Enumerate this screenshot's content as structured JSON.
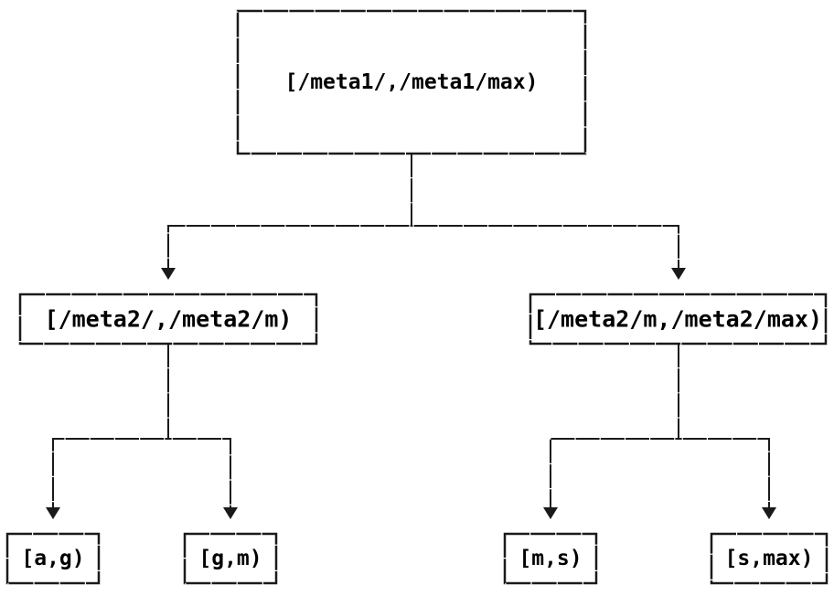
{
  "diagram": {
    "type": "tree",
    "background": "#ffffff",
    "line_color": "#1a1a1a",
    "text_color": "#000000",
    "nodes": [
      {
        "id": "root",
        "label": "[/meta1/,/meta1/max)"
      },
      {
        "id": "left",
        "label": "[/meta2/,/meta2/m)"
      },
      {
        "id": "right",
        "label": "[/meta2/m,/meta2/max)"
      },
      {
        "id": "leaf-a-g",
        "label": "[a,g)"
      },
      {
        "id": "leaf-g-m",
        "label": "[g,m)"
      },
      {
        "id": "leaf-m-s",
        "label": "[m,s)"
      },
      {
        "id": "leaf-s-max",
        "label": "[s,max)"
      }
    ],
    "edges": [
      {
        "from": "root",
        "to": "left"
      },
      {
        "from": "root",
        "to": "right"
      },
      {
        "from": "left",
        "to": "leaf-a-g"
      },
      {
        "from": "left",
        "to": "leaf-g-m"
      },
      {
        "from": "right",
        "to": "leaf-m-s"
      },
      {
        "from": "right",
        "to": "leaf-s-max"
      }
    ]
  }
}
